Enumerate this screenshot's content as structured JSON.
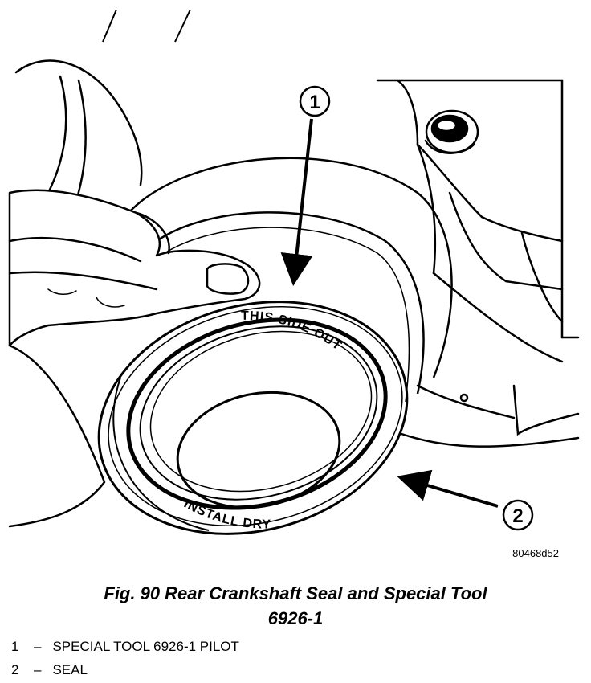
{
  "figure": {
    "reference_code": "80468d52",
    "caption_line1": "Fig. 90 Rear Crankshaft Seal and Special Tool",
    "caption_line2": "6926-1"
  },
  "callouts": [
    {
      "number": "1"
    },
    {
      "number": "2"
    }
  ],
  "ring_text": {
    "this_side_out": "THIS SIDE OUT",
    "install_dry": "INSTALL DRY"
  },
  "legend": [
    {
      "number": "1",
      "dash": "–",
      "text": "SPECIAL TOOL 6926-1 PILOT"
    },
    {
      "number": "2",
      "dash": "–",
      "text": "SEAL"
    }
  ]
}
